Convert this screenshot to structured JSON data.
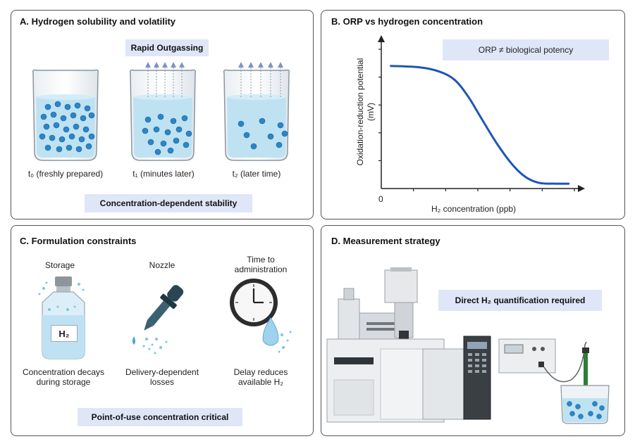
{
  "panel_a": {
    "title": "A. Hydrogen solubility and volatility",
    "top_box": "Rapid Outgassing",
    "beaker_labels": [
      "t₀ (freshly prepared)",
      "t₁ (minutes later)",
      "t₂ (later time)"
    ],
    "bottom_box": "Concentration-dependent stability"
  },
  "panel_b": {
    "title": "B. ORP vs hydrogen concentration",
    "annotation": "ORP ≠ biological potency"
  },
  "chart_data": {
    "type": "line",
    "title": "",
    "xlabel": "H₂ concentration (ppb)",
    "ylabel": "Oxidation-reduction potential (mV)",
    "ylabel_line1": "Oxidation-reduction potential",
    "ylabel_line2": "(mV)",
    "origin_label": "0",
    "xlim": [
      0,
      1
    ],
    "ylim": [
      0,
      1
    ],
    "x_tick_count": 6,
    "y_tick_count": 5,
    "series": [
      {
        "x": [
          0.05,
          0.2,
          0.3,
          0.38,
          0.45,
          0.52,
          0.6,
          0.68,
          0.75,
          0.82,
          0.9,
          0.97
        ],
        "y": [
          0.88,
          0.87,
          0.84,
          0.78,
          0.66,
          0.5,
          0.32,
          0.17,
          0.08,
          0.04,
          0.035,
          0.035
        ]
      }
    ],
    "grid": false,
    "line_color": "#1f56b5"
  },
  "panel_c": {
    "title": "C. Formulation constraints",
    "storage_label": "Storage",
    "nozzle_label": "Nozzle",
    "time_label_1": "Time to",
    "time_label_2": "administration",
    "vial_text": "H₂",
    "caption_storage_1": "Concentration decays",
    "caption_storage_2": "during storage",
    "caption_nozzle_1": "Delivery-dependent",
    "caption_nozzle_2": "losses",
    "caption_time_1": "Delay reduces",
    "caption_time_2": "available H₂",
    "bottom_box": "Point-of-use concentration critical"
  },
  "panel_d": {
    "title": "D. Measurement strategy",
    "box": "Direct H₂ quantification required"
  },
  "colors": {
    "label_box": "#dfe6f7",
    "curve": "#1f56b5",
    "bubble": "#2a86c9",
    "liquid": "#bfe2f3"
  }
}
